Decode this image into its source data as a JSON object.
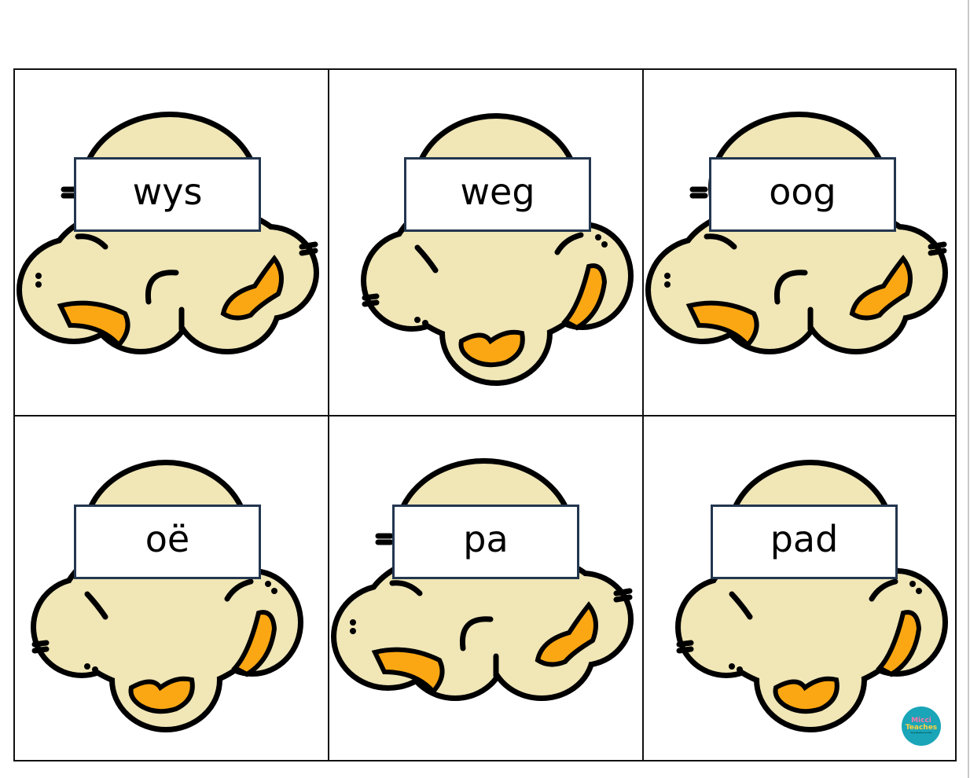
{
  "cards": [
    {
      "word": "wys",
      "illustration": "popcorn-a"
    },
    {
      "word": "weg",
      "illustration": "popcorn-b"
    },
    {
      "word": "oog",
      "illustration": "popcorn-a"
    },
    {
      "word": "oë",
      "illustration": "popcorn-b"
    },
    {
      "word": "pa",
      "illustration": "popcorn-a"
    },
    {
      "word": "pad",
      "illustration": "popcorn-b"
    }
  ],
  "logo": {
    "line1": "Micci",
    "line2": "Teaches",
    "tagline": "Easy Education for Kids"
  },
  "colors": {
    "popcorn": "#f0e6b6",
    "kernel": "#fba713",
    "label_border": "#23364f",
    "logo_bg": "#1aa5b8"
  }
}
